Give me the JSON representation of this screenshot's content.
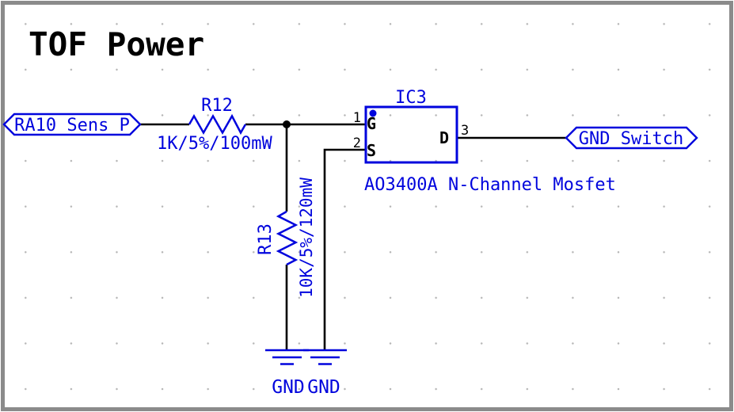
{
  "title": "TOF Power",
  "colors": {
    "schematic_blue": "#0004dd",
    "wire_black": "#000000",
    "grid_dot": "#b5b5b5",
    "border_gray": "#8b8b8b",
    "background": "#ffffff"
  },
  "nets": {
    "input_label": "RA10_Sens_P",
    "output_label": "GND_Switch"
  },
  "components": {
    "r12": {
      "ref": "R12",
      "value": "1K/5%/100mW"
    },
    "r13": {
      "ref": "R13",
      "value": "10K/5%/120mW"
    },
    "ic3": {
      "ref": "IC3",
      "part": "AO3400A N-Channel Mosfet",
      "pins": [
        {
          "number": "1",
          "name": "G"
        },
        {
          "number": "2",
          "name": "S"
        },
        {
          "number": "3",
          "name": "D"
        }
      ]
    },
    "grounds": [
      {
        "label": "GND"
      },
      {
        "label": "GND"
      }
    ]
  }
}
